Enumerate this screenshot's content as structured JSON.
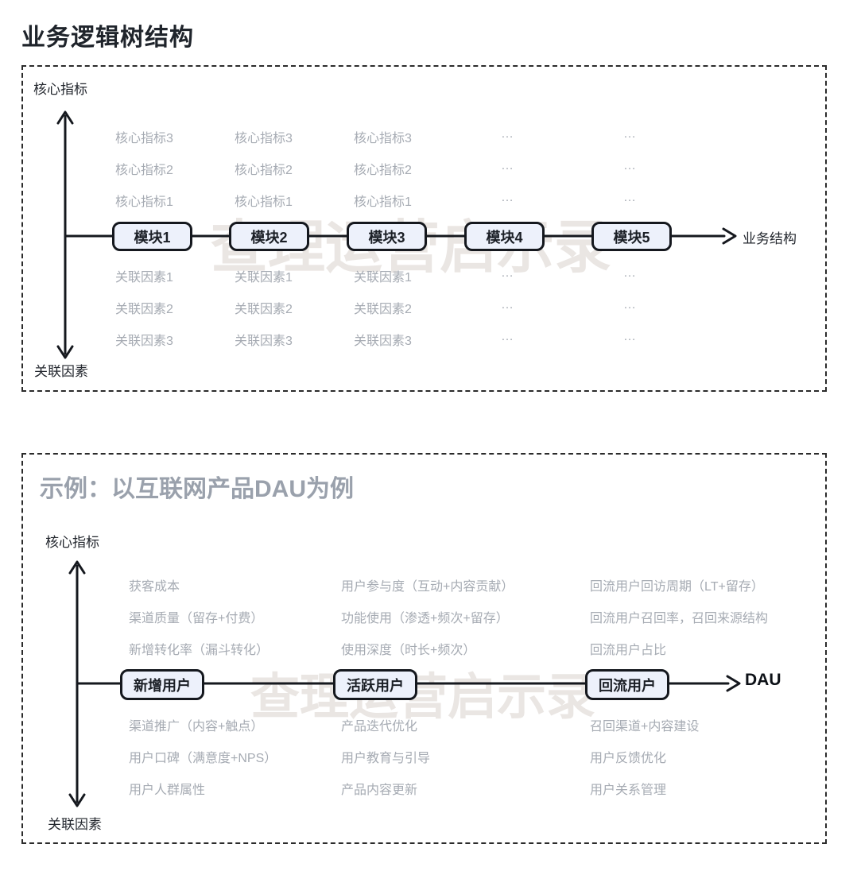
{
  "page": {
    "title": "业务逻辑树结构"
  },
  "watermark": "查理运营启示录",
  "colors": {
    "box_fill": "#edf1fb",
    "line": "#15181e",
    "muted_text": "#a6abb3",
    "watermark": "#eae6e3",
    "panel2_title": "#9aa1ac"
  },
  "panel1": {
    "axis_top_label": "核心指标",
    "axis_bottom_label": "关联因素",
    "axis_right_label": "业务结构",
    "modules": [
      "模块1",
      "模块2",
      "模块3",
      "模块4",
      "模块5"
    ],
    "top_rows": [
      [
        "核心指标3",
        "核心指标3",
        "核心指标3",
        "…",
        "…"
      ],
      [
        "核心指标2",
        "核心指标2",
        "核心指标2",
        "…",
        "…"
      ],
      [
        "核心指标1",
        "核心指标1",
        "核心指标1",
        "…",
        "…"
      ]
    ],
    "bottom_rows": [
      [
        "关联因素1",
        "关联因素1",
        "关联因素1",
        "…",
        "…"
      ],
      [
        "关联因素2",
        "关联因素2",
        "关联因素2",
        "…",
        "…"
      ],
      [
        "关联因素3",
        "关联因素3",
        "关联因素3",
        "…",
        "…"
      ]
    ]
  },
  "panel2": {
    "title": "示例：以互联网产品DAU为例",
    "axis_top_label": "核心指标",
    "axis_bottom_label": "关联因素",
    "axis_right_label": "DAU",
    "modules": [
      "新增用户",
      "活跃用户",
      "回流用户"
    ],
    "top_rows": [
      [
        "获客成本",
        "用户参与度（互动+内容贡献）",
        "回流用户回访周期（LT+留存）"
      ],
      [
        "渠道质量（留存+付费）",
        "功能使用（渗透+频次+留存）",
        "回流用户召回率，召回来源结构"
      ],
      [
        "新增转化率（漏斗转化）",
        "使用深度（时长+频次）",
        "回流用户占比"
      ]
    ],
    "bottom_rows": [
      [
        "渠道推广（内容+触点）",
        "产品迭代优化",
        "召回渠道+内容建设"
      ],
      [
        "用户口碑（满意度+NPS）",
        "用户教育与引导",
        "用户反馈优化"
      ],
      [
        "用户人群属性",
        "产品内容更新",
        "用户关系管理"
      ]
    ]
  }
}
